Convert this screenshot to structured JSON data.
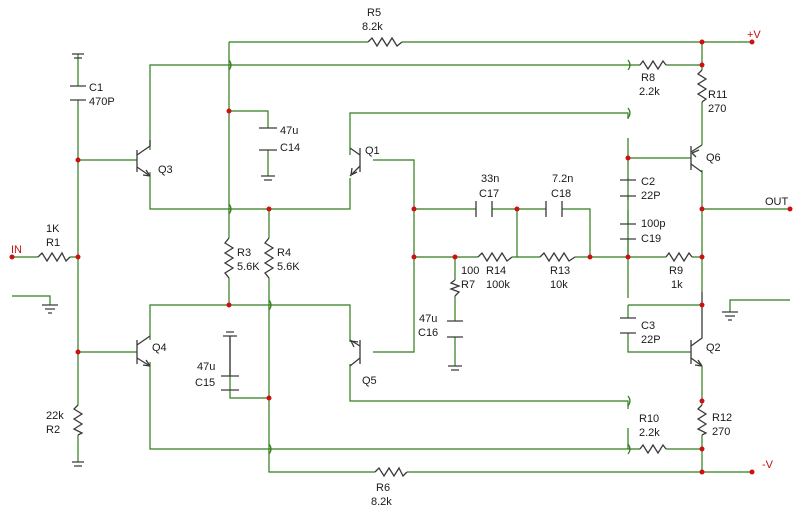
{
  "labels": {
    "in": "IN",
    "vplus": "+V",
    "vminus": "-V",
    "out": "OUT",
    "r1_val": "1K",
    "r1": "R1",
    "r2_val": "22k",
    "r2": "R2",
    "r3": "R3",
    "r3_val": "5.6K",
    "r4": "R4",
    "r4_val": "5.6K",
    "r5": "R5",
    "r5_val": "8.2k",
    "r6": "R6",
    "r6_val": "8.2k",
    "r7_val": "100",
    "r7": "R7",
    "r8": "R8",
    "r8_val": "2.2k",
    "r9": "R9",
    "r9_val": "1k",
    "r10": "R10",
    "r10_val": "2.2k",
    "r11": "R11",
    "r11_val": "270",
    "r12": "R12",
    "r12_val": "270",
    "r13": "R13",
    "r13_val": "10k",
    "r14": "R14",
    "r14_val": "100k",
    "c1": "C1",
    "c1_val": "470P",
    "c2": "C2",
    "c2_val": "22P",
    "c3": "C3",
    "c3_val": "22P",
    "c14_val": "47u",
    "c14": "C14",
    "c15_val": "47u",
    "c15": "C15",
    "c16_val": "47u",
    "c16": "C16",
    "c17_val": "33n",
    "c17": "C17",
    "c18_val": "7.2n",
    "c18": "C18",
    "c19_val": "100p",
    "c19": "C19",
    "q1": "Q1",
    "q2": "Q2",
    "q3": "Q3",
    "q4": "Q4",
    "q5": "Q5",
    "q6": "Q6"
  },
  "colors": {
    "wire": "#2e7d1c",
    "component": "#3a3a3a",
    "junction": "#d01010",
    "text": "#1a1a1a",
    "terminal_text": "#c01010"
  }
}
